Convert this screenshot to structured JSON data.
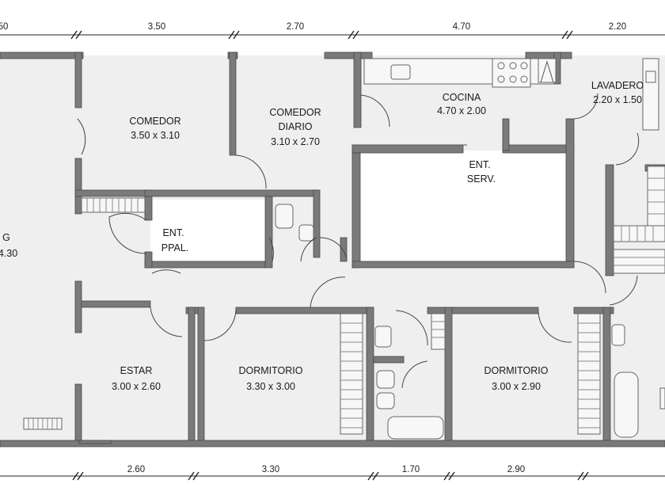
{
  "dimensions_top": [
    "50",
    "3.50",
    "2.70",
    "4.70",
    "2.20"
  ],
  "dimensions_bottom": [
    "2.60",
    "3.30",
    "1.70",
    "2.90"
  ],
  "rooms": {
    "living": {
      "name": "G",
      "size": "4.30"
    },
    "comedor": {
      "name": "COMEDOR",
      "size": "3.50 x 3.10"
    },
    "comedor_diario": {
      "name_line1": "COMEDOR",
      "name_line2": "DIARIO",
      "size": "3.10 x 2.70"
    },
    "cocina": {
      "name": "COCINA",
      "size": "4.70 x 2.00"
    },
    "lavadero": {
      "name": "LAVADERO",
      "size": "2.20 x 1.50"
    },
    "ent_serv": {
      "line1": "ENT.",
      "line2": "SERV."
    },
    "ent_ppal": {
      "line1": "ENT.",
      "line2": "PPAL."
    },
    "estar": {
      "name": "ESTAR",
      "size": "3.00 x 2.60"
    },
    "dormitorio_1": {
      "name": "DORMITORIO",
      "size": "3.30 x 3.00"
    },
    "dormitorio_2": {
      "name": "DORMITORIO",
      "size": "3.00 x 2.90"
    }
  }
}
